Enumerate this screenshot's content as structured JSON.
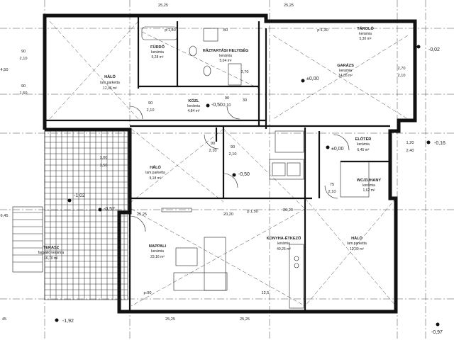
{
  "rooms": [
    {
      "id": "furdo",
      "name": "FÜRDŐ",
      "material": "kerámia",
      "area": "5,28 m²"
    },
    {
      "id": "haztart",
      "name": "HÁZTARTÁSI HELYISÉG",
      "material": "kerámia",
      "area": "5,04 m²"
    },
    {
      "id": "tarolo",
      "name": "TÁROLÓ",
      "material": "kerámia",
      "area": "5,30 m²"
    },
    {
      "id": "halo1",
      "name": "HÁLÓ",
      "material": "lam.parketta",
      "area": "12,06 m²"
    },
    {
      "id": "garazs",
      "name": "GARÁZS",
      "material": "kerámia",
      "area": "14,85 m²"
    },
    {
      "id": "kozl",
      "name": "KÖZL",
      "material": "kerámia",
      "area": "4,84 m²"
    },
    {
      "id": "halo2",
      "name": "HÁLÓ",
      "material": "lam.parketta",
      "area": "9,18 m²"
    },
    {
      "id": "eloter",
      "name": "ELŐTÉR",
      "material": "kerámia",
      "area": "6,45 m²"
    },
    {
      "id": "wc",
      "name": "WC/ZUHANY",
      "material": "kerámia",
      "area": "1,62 m²"
    },
    {
      "id": "terasz",
      "name": "TERASZ",
      "material": "fagyálló kerámia",
      "area": "16,70 m²"
    },
    {
      "id": "nappali",
      "name": "NAPPALI",
      "material": "kerámia",
      "area": "23,16 m²"
    },
    {
      "id": "konyha",
      "name": "KONYHA-ÉTKEZŐ",
      "material": "kerámia",
      "area": "40,25 m²"
    },
    {
      "id": "halo3",
      "name": "HÁLÓ",
      "material": "lam.parketta",
      "area": "12,30 m²"
    }
  ],
  "levels": {
    "garazs": "±0,00",
    "eloter": "±0,00",
    "kozl": "-0,50",
    "center": "-0,50",
    "terasz": "-1,02",
    "terasz_lower": "-0,52",
    "bottom_left": "-1,92",
    "top_right": "-0,02",
    "right": "-0,16",
    "bottom_right": "-0,97"
  },
  "dims": {
    "d1": "25,25",
    "d2": "25,25",
    "d3": "p:1,80",
    "d4": "p:1,30",
    "d5": "80",
    "d6": "90",
    "d7": "2,10",
    "d8": "90",
    "d9": "2,10",
    "d10": "90",
    "d11": "2,10",
    "d12": "75",
    "d13": "2,10",
    "d14": "2,70",
    "d15": "2,10",
    "d16": "1,00",
    "d17": "1,50",
    "d18": "90",
    "d19": "1,50",
    "d20": "1,20",
    "d21": "2,40",
    "d22": "90",
    "d23": "2,10",
    "d24": "25,25",
    "d25": "20,20",
    "d26": "20,20",
    "d27": "p:1,50",
    "d28": "4,50",
    "d29": "6,45",
    "d30": "45",
    "d31": "2,70",
    "d32": "90",
    "d33": "2,10",
    "d34": "p:90",
    "d35": "12,5",
    "d36": "30",
    "d37": "25,25",
    "d38": "25,25"
  }
}
